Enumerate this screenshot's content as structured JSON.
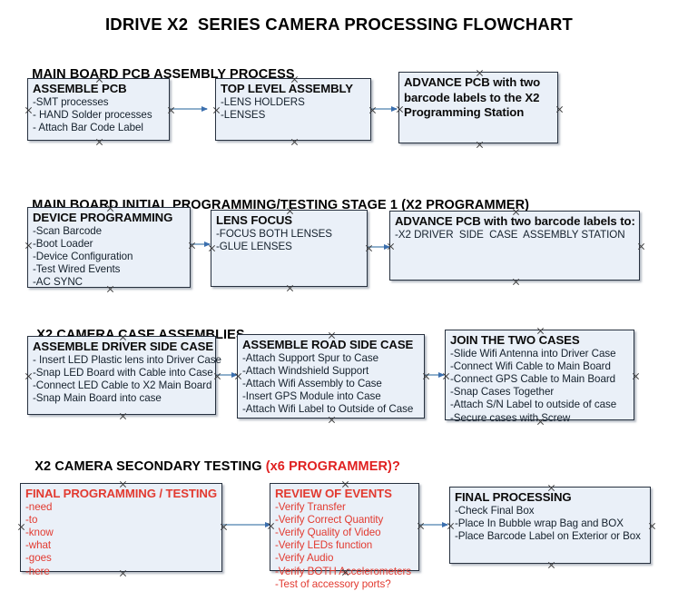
{
  "document": {
    "title": "IDRIVE X2  SERIES CAMERA PROCESSING FLOWCHART"
  },
  "colors": {
    "node_fill": "#eaf0f8",
    "node_border": "#27313f",
    "accent_red": "#e23a30",
    "connector": "#7fa6c8",
    "arrowhead": "#3b6fae",
    "text": "#000000"
  },
  "sections": [
    {
      "id": "main-board-pcb-assembly-process",
      "heading": "MAIN BOARD PCB ASSEMBLY PROCESS",
      "heading_accent": ""
    },
    {
      "id": "main-board-initial-programming",
      "heading": "MAIN BOARD INITIAL PROGRAMMING/TESTING STAGE 1 (X2 PROGRAMMER)",
      "heading_accent": ""
    },
    {
      "id": "x2-camera-case-assemblies",
      "heading": "X2 CAMERA CASE ASSEMBLIES",
      "heading_accent": ""
    },
    {
      "id": "x2-camera-secondary-testing",
      "heading": "X2 CAMERA SECONDARY TESTING ",
      "heading_accent": "(x6 PROGRAMMER)?"
    }
  ],
  "nodes": [
    {
      "id": "assemble-pcb",
      "title": "ASSEMBLE PCB",
      "lines": [
        "-SMT processes",
        "- HAND Solder processes",
        "- Attach Bar Code Label"
      ]
    },
    {
      "id": "top-level-assembly",
      "title": "TOP LEVEL ASSEMBLY",
      "lines": [
        "-LENS HOLDERS",
        "-LENSES"
      ]
    },
    {
      "id": "advance-pcb-to-programming-station",
      "title": "ADVANCE PCB with two barcode labels to the  X2 Programming Station",
      "lines": []
    },
    {
      "id": "device-programming",
      "title": "DEVICE PROGRAMMING",
      "lines": [
        "-Scan Barcode",
        "-Boot Loader",
        "-Device Configuration",
        "-Test Wired Events",
        "-AC SYNC"
      ]
    },
    {
      "id": "lens-focus",
      "title": "LENS FOCUS",
      "lines": [
        "-FOCUS BOTH LENSES",
        "-GLUE LENSES"
      ]
    },
    {
      "id": "advance-pcb-to-driver-side-case",
      "title": "ADVANCE PCB with two barcode labels to:",
      "lines": [
        "-X2 DRIVER  SIDE  CASE  ASSEMBLY STATION"
      ]
    },
    {
      "id": "assemble-driver-side-case",
      "title": "ASSEMBLE DRIVER SIDE CASE",
      "lines": [
        "- Insert LED Plastic lens into Driver Case",
        "-Snap LED Board with Cable into Case",
        "-Connect LED Cable to X2 Main Board",
        "-Snap Main Board into case"
      ]
    },
    {
      "id": "assemble-road-side-case",
      "title": "ASSEMBLE ROAD SIDE CASE",
      "lines": [
        "-Attach Support Spur to Case",
        "-Attach Windshield Support",
        "-Attach Wifi Assembly to Case",
        "-Insert GPS Module into Case",
        "-Attach Wifi Label to Outside of Case"
      ]
    },
    {
      "id": "join-the-two-cases",
      "title": "JOIN THE TWO CASES",
      "lines": [
        "-Slide Wifi Antenna into Driver Case",
        "-Connect Wifi Cable to Main Board",
        "-Connect GPS Cable to Main Board",
        "-Snap Cases Together",
        "-Attach S/N Label to outside of case",
        "-Secure cases with Screw"
      ]
    },
    {
      "id": "final-programming-testing",
      "title": "FINAL PROGRAMMING / TESTING",
      "lines": [
        "-need",
        "-to",
        "-know",
        "-what",
        "-goes",
        "-here"
      ]
    },
    {
      "id": "review-of-events",
      "title": "REVIEW OF EVENTS",
      "lines": [
        "-Verify Transfer",
        "-Verify Correct Quantity",
        "-Verify Quality of Video",
        "-Verify LEDs function",
        "-Verify Audio",
        "-Verify BOTH Accelerometers",
        "-Test of accessory ports?"
      ]
    },
    {
      "id": "final-processing",
      "title": "FINAL PROCESSING",
      "lines": [
        "-Check Final Box",
        "-Place In Bubble wrap Bag and BOX",
        "-Place Barcode Label on Exterior or Box"
      ]
    }
  ]
}
